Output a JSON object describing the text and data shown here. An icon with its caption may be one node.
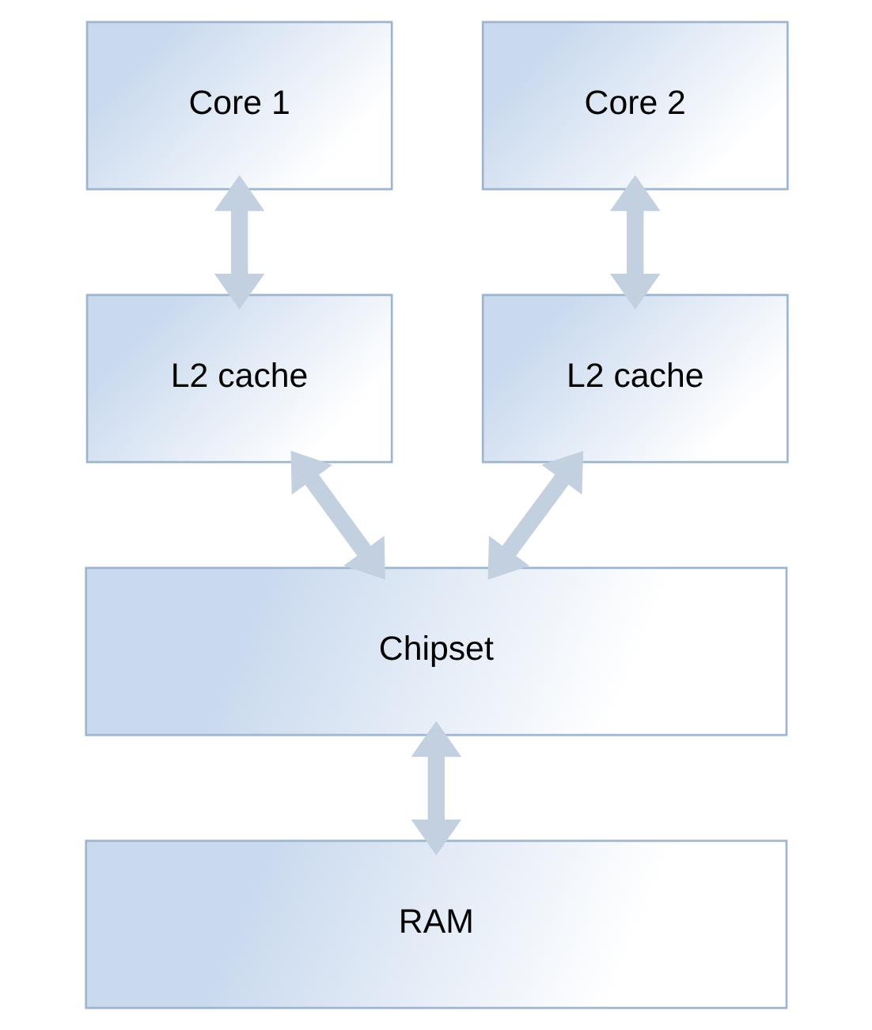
{
  "diagram": {
    "nodes": [
      {
        "text": [
          "Core 1"
        ]
      },
      {
        "text": [
          "Core 2"
        ]
      },
      {
        "text": [
          "L2 cache"
        ]
      },
      {
        "text": [
          "L2 cache"
        ]
      },
      {
        "text": [
          "Chipset"
        ]
      },
      {
        "text": [
          "RAM"
        ]
      }
    ],
    "edges": [
      {
        "from": 0,
        "to": 2,
        "arrow": "both"
      },
      {
        "from": 1,
        "to": 3,
        "arrow": "both"
      },
      {
        "from": 2,
        "to": 4,
        "arrow": "both"
      },
      {
        "from": 3,
        "to": 4,
        "arrow": "both"
      },
      {
        "from": 4,
        "to": 5,
        "arrow": "both"
      }
    ]
  }
}
